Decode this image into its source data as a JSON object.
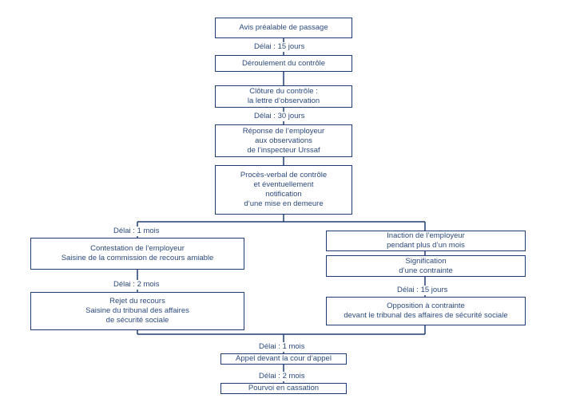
{
  "nodes": {
    "avis": "Avis préalable de passage",
    "deroulement": "Déroulement du contrôle",
    "cloture": "Clôture du contrôle :\nla lettre d’observation",
    "reponse": "Réponse de l’employeur\naux observations\nde l’inspecteur Urssaf",
    "pv": "Procès-verbal de contrôle\net éventuellement\nnotification\nd’une mise en demeure",
    "contestation": "Contestation de l’employeur\nSaisine de la commission de recours amiable",
    "rejet": "Rejet du recours\nSaisine du tribunal des affaires\nde sécurité sociale",
    "inaction": "Inaction de l’employeur\npendant plus d’un mois",
    "signification": "Signification\nd’une contrainte",
    "opposition": "Opposition à contrainte\ndevant le tribunal des affaires de sécurité sociale",
    "appel": "Appel devant la cour d’appel",
    "pourvoi": "Pourvoi en cassation"
  },
  "delays": {
    "d15a": "Délai : 15 jours",
    "d30": "Délai : 30 jours",
    "d1a": "Délai : 1 mois",
    "d2a": "Délai : 2 mois",
    "d15b": "Délai : 15 jours",
    "d1b": "Délai : 1 mois",
    "d2b": "Délai : 2 mois"
  },
  "colors": {
    "line": "#1f3d73",
    "text": "#2b4a7d"
  }
}
